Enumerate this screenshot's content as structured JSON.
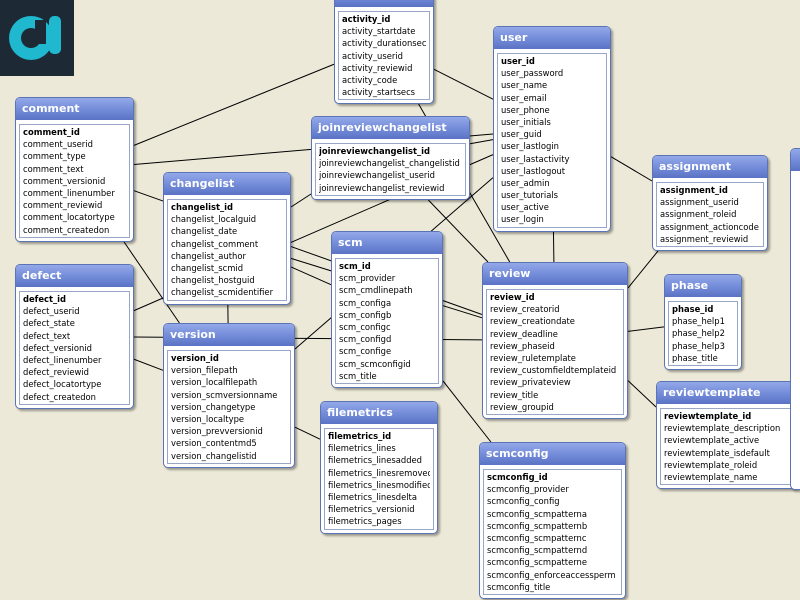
{
  "colors": {
    "background": "#ece9d8",
    "header": "#6f88d6",
    "header_text": "#ffffff",
    "border": "#5b74b5",
    "logo_bg": "#1d2a35",
    "logo_accent": "#1fb8cf",
    "line": "#000000"
  },
  "logo": {
    "icon": "app-logo-icon"
  },
  "tables": [
    {
      "id": "activity",
      "title": "",
      "fields": [
        "activity_id",
        "activity_startdate",
        "activity_durationsecs",
        "activity_userid",
        "activity_reviewid",
        "activity_code",
        "activity_startsecs"
      ]
    },
    {
      "id": "user",
      "title": "user",
      "fields": [
        "user_id",
        "user_password",
        "user_name",
        "user_email",
        "user_phone",
        "user_initials",
        "user_guid",
        "user_lastlogin",
        "user_lastactivity",
        "user_lastlogout",
        "user_admin",
        "user_tutorials",
        "user_active",
        "user_login"
      ]
    },
    {
      "id": "comment",
      "title": "comment",
      "fields": [
        "comment_id",
        "comment_userid",
        "comment_type",
        "comment_text",
        "comment_versionid",
        "comment_linenumber",
        "comment_reviewid",
        "comment_locatortype",
        "comment_createdon"
      ]
    },
    {
      "id": "joinreviewchangelist",
      "title": "joinreviewchangelist",
      "fields": [
        "joinreviewchangelist_id",
        "joinreviewchangelist_changelistid",
        "joinreviewchangelist_userid",
        "joinreviewchangelist_reviewid"
      ]
    },
    {
      "id": "changelist",
      "title": "changelist",
      "fields": [
        "changelist_id",
        "changelist_localguid",
        "changelist_date",
        "changelist_comment",
        "changelist_author",
        "changelist_scmid",
        "changelist_hostguid",
        "changelist_scmidentifier"
      ]
    },
    {
      "id": "assignment",
      "title": "assignment",
      "fields": [
        "assignment_id",
        "assignment_userid",
        "assignment_roleid",
        "assignment_actioncode",
        "assignment_reviewid"
      ]
    },
    {
      "id": "scm",
      "title": "scm",
      "fields": [
        "scm_id",
        "scm_provider",
        "scm_cmdlinepath",
        "scm_configa",
        "scm_configb",
        "scm_configc",
        "scm_configd",
        "scm_confige",
        "scm_scmconfigid",
        "scm_title"
      ]
    },
    {
      "id": "review",
      "title": "review",
      "fields": [
        "review_id",
        "review_creatorid",
        "review_creationdate",
        "review_deadline",
        "review_phaseid",
        "review_ruletemplate",
        "review_customfieldtemplateid",
        "review_privateview",
        "review_title",
        "review_groupid"
      ]
    },
    {
      "id": "defect",
      "title": "defect",
      "fields": [
        "defect_id",
        "defect_userid",
        "defect_state",
        "defect_text",
        "defect_versionid",
        "defect_linenumber",
        "defect_reviewid",
        "defect_locatortype",
        "defect_createdon"
      ]
    },
    {
      "id": "phase",
      "title": "phase",
      "fields": [
        "phase_id",
        "phase_help1",
        "phase_help2",
        "phase_help3",
        "phase_title"
      ]
    },
    {
      "id": "version",
      "title": "version",
      "fields": [
        "version_id",
        "version_filepath",
        "version_localfilepath",
        "version_scmversionname",
        "version_changetype",
        "version_localtype",
        "version_prevversionid",
        "version_contentmd5",
        "version_changelistid"
      ]
    },
    {
      "id": "reviewtemplate",
      "title": "reviewtemplate",
      "fields": [
        "reviewtemplate_id",
        "reviewtemplate_description",
        "reviewtemplate_active",
        "reviewtemplate_isdefault",
        "reviewtemplate_roleid",
        "reviewtemplate_name"
      ]
    },
    {
      "id": "filemetrics",
      "title": "filemetrics",
      "fields": [
        "filemetrics_id",
        "filemetrics_lines",
        "filemetrics_linesadded",
        "filemetrics_linesremoved",
        "filemetrics_linesmodified",
        "filemetrics_linesdelta",
        "filemetrics_versionid",
        "filemetrics_pages"
      ]
    },
    {
      "id": "scmconfig",
      "title": "scmconfig",
      "fields": [
        "scmconfig_id",
        "scmconfig_provider",
        "scmconfig_config",
        "scmconfig_scmpatterna",
        "scmconfig_scmpatternb",
        "scmconfig_scmpatternc",
        "scmconfig_scmpatternd",
        "scmconfig_scmpatterne",
        "scmconfig_enforceaccessperm",
        "scmconfig_title"
      ]
    }
  ],
  "relationships": [
    [
      "activity",
      "user"
    ],
    [
      "activity",
      "review"
    ],
    [
      "activity",
      "comment"
    ],
    [
      "comment",
      "user"
    ],
    [
      "comment",
      "version"
    ],
    [
      "comment",
      "review"
    ],
    [
      "joinreviewchangelist",
      "changelist"
    ],
    [
      "joinreviewchangelist",
      "user"
    ],
    [
      "joinreviewchangelist",
      "review"
    ],
    [
      "changelist",
      "scm"
    ],
    [
      "changelist",
      "review"
    ],
    [
      "assignment",
      "user"
    ],
    [
      "assignment",
      "review"
    ],
    [
      "scm",
      "scmconfig"
    ],
    [
      "review",
      "user"
    ],
    [
      "review",
      "phase"
    ],
    [
      "review",
      "reviewtemplate"
    ],
    [
      "defect",
      "user"
    ],
    [
      "defect",
      "version"
    ],
    [
      "defect",
      "review"
    ],
    [
      "version",
      "changelist"
    ],
    [
      "version",
      "filemetrics"
    ],
    [
      "version",
      "user"
    ]
  ]
}
